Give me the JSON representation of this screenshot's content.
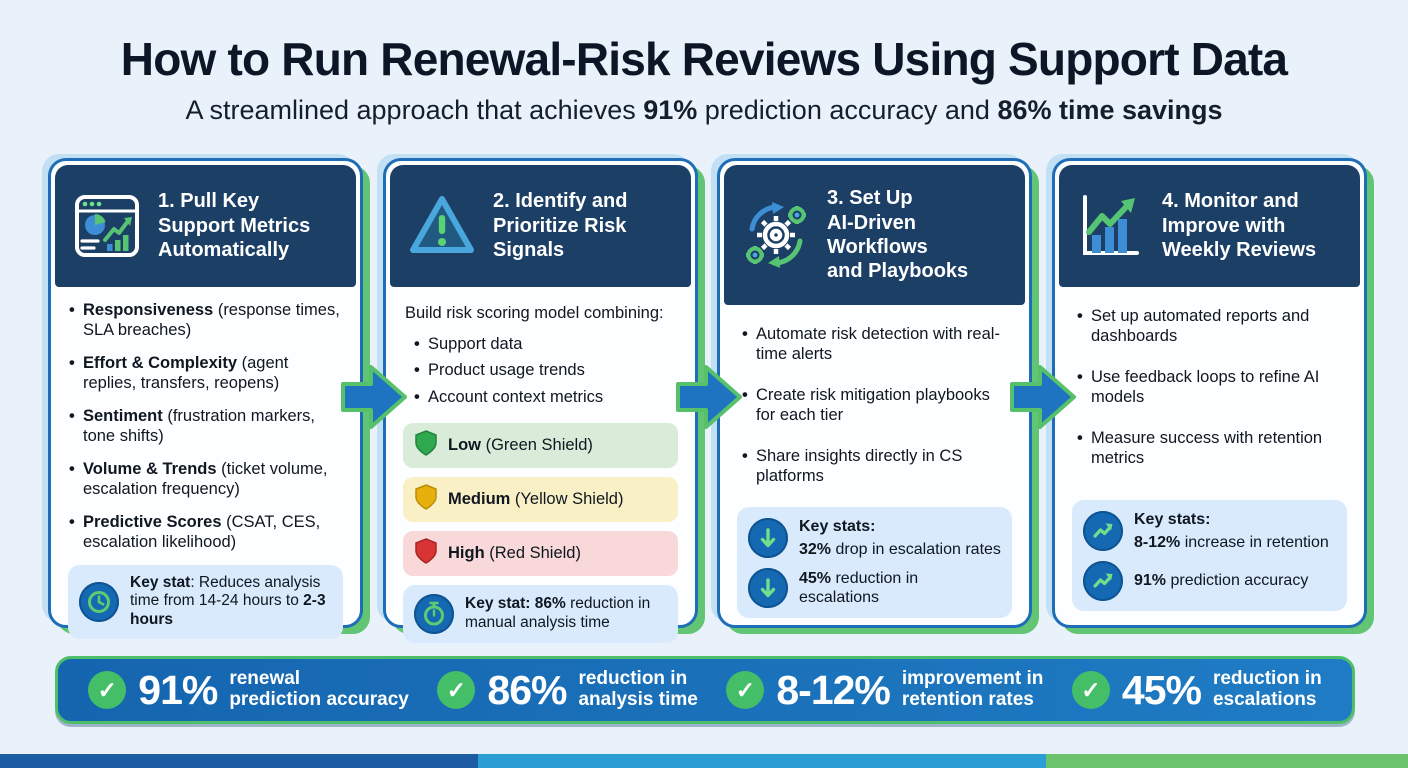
{
  "colors": {
    "background": "#e9f1fa",
    "header_navy": "#1c3f66",
    "card_border_blue": "#1e6db6",
    "offset_green": "#62c573",
    "offset_light_blue": "#c2e0f4",
    "stat_pill_blue": "#d9eafc",
    "stat_circle_blue": "#1568b2",
    "glyph_green": "#5ecb72",
    "bottom_bar_blue": "#1a6db8",
    "bottom_bar_border_green": "#4fbe68",
    "check_green": "#44bf67",
    "tier_low_bg": "#d8ecd9",
    "tier_medium_bg": "#faf0c6",
    "tier_high_bg": "#f8d8d8",
    "shield_green": "#2fa84f",
    "shield_yellow": "#e7b00c",
    "shield_red": "#d93434",
    "footer_strip": [
      "#1b5ca4",
      "#2b9ed6",
      "#6bc36c"
    ]
  },
  "header": {
    "title": "How to Run Renewal-Risk Reviews Using Support Data",
    "subtitle_parts": {
      "p0": "A streamlined approach that achieves ",
      "p1": "91%",
      "p2": " prediction accuracy and ",
      "p3": "86% time savings"
    }
  },
  "cards": [
    {
      "icon": "dashboard-icon",
      "title": "1. Pull Key\nSupport Metrics\nAutomatically",
      "bullets": [
        {
          "b": "Responsiveness",
          "r": " (response times, SLA breaches)"
        },
        {
          "b": "Effort & Complexity",
          "r": " (agent replies, transfers, reopens)"
        },
        {
          "b": "Sentiment",
          "r": " (frustration markers, tone shifts)"
        },
        {
          "b": "Volume & Trends",
          "r": " (ticket volume, escalation frequency)"
        },
        {
          "b": "Predictive Scores",
          "r": " (CSAT, CES, escalation likelihood)"
        }
      ],
      "keystat": {
        "icon": "clock-icon",
        "b1": "Key stat",
        "r1": ": Reduces analysis time from 14-24 hours to ",
        "b2": "2-3 hours"
      }
    },
    {
      "icon": "warning-icon",
      "title": "2. Identify and\nPrioritize Risk\nSignals",
      "intro": "Build risk scoring model combining:",
      "bullets": [
        "Support data",
        "Product usage trends",
        "Account context metrics"
      ],
      "tiers": [
        {
          "level": "Low",
          "note": " (Green Shield)",
          "icon": "green-shield-icon"
        },
        {
          "level": "Medium",
          "note": " (Yellow Shield)",
          "icon": "yellow-shield-icon"
        },
        {
          "level": "High",
          "note": " (Red Shield)",
          "icon": "red-shield-icon"
        }
      ],
      "keystat": {
        "icon": "stopwatch-icon",
        "b1": "Key stat: 86%",
        "r1": " reduction in manual analysis time"
      }
    },
    {
      "icon": "workflow-gears-icon",
      "title": "3. Set Up\nAI-Driven\nWorkflows\nand Playbooks",
      "bullets": [
        "Automate risk detection with real-time alerts",
        "Create risk mitigation playbooks for each tier",
        "Share insights directly in CS platforms"
      ],
      "keystats": {
        "heading": "Key stats:",
        "row_icon": "arrow-down-icon",
        "rows": [
          {
            "num": "32%",
            "text": " drop in escalation rates"
          },
          {
            "num": "45%",
            "text": " reduction in escalations"
          }
        ]
      }
    },
    {
      "icon": "growth-chart-icon",
      "title": "4. Monitor and\nImprove with\nWeekly Reviews",
      "bullets": [
        "Set up automated reports and dashboards",
        "Use feedback loops to refine AI models",
        "Measure success with retention metrics"
      ],
      "keystats": {
        "heading": "Key stats:",
        "row_icon": "trend-up-icon",
        "rows": [
          {
            "num": "8-12%",
            "text": " increase in retention"
          },
          {
            "num": "91%",
            "text": " prediction accuracy"
          }
        ]
      }
    }
  ],
  "bottom_bar": {
    "check_glyph": "✓",
    "stats": [
      {
        "value": "91%",
        "label": "renewal\nprediction accuracy"
      },
      {
        "value": "86%",
        "label": "reduction in\nanalysis time"
      },
      {
        "value": "8-12%",
        "label": "improvement in\nretention rates"
      },
      {
        "value": "45%",
        "label": "reduction in\nescalations"
      }
    ]
  }
}
